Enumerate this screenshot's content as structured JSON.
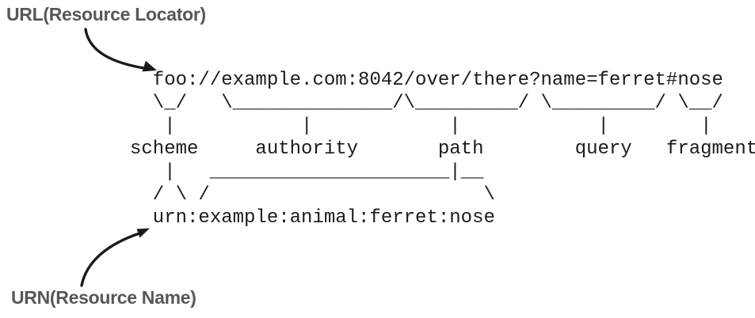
{
  "colors": {
    "label": "#55575b",
    "ink": "#1b1b1b"
  },
  "labels": {
    "url": "URL(Resource Locator)",
    "urn": "URN(Resource Name)"
  },
  "diagram": {
    "uri_example": "foo://example.com:8042/over/there?name=ferret#nose",
    "urn_example": "urn:example:animal:ferret:nose",
    "components": [
      "scheme",
      "authority",
      "path",
      "query",
      "fragment"
    ],
    "component_values": {
      "scheme": "foo",
      "authority": "example.com:8042",
      "path": "/over/there",
      "query": "name=ferret",
      "fragment": "nose"
    },
    "ascii_lines": [
      "  foo://example.com:8042/over/there?name=ferret#nose",
      "  \\_/   \\______________/\\_________/ \\_________/ \\__/",
      "   |           |            |            |        |",
      "scheme     authority       path        query   fragment",
      "   |   _____________________|__",
      "  / \\ /                        \\",
      "  urn:example:animal:ferret:nose"
    ]
  }
}
